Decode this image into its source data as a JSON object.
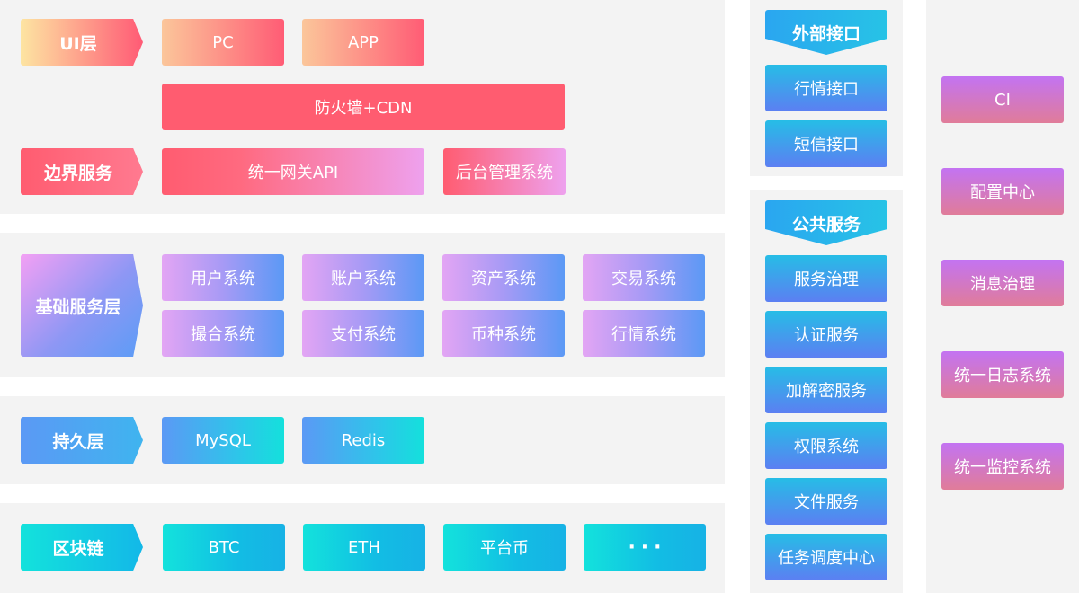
{
  "left": {
    "ui_layer": {
      "label": "UI层",
      "items": [
        "PC",
        "APP"
      ],
      "firewall": "防火墙+CDN"
    },
    "boundary": {
      "label": "边界服务",
      "items": [
        "统一网关API",
        "后台管理系统"
      ]
    },
    "base_services": {
      "label": "基础服务层",
      "items": [
        "用户系统",
        "账户系统",
        "资产系统",
        "交易系统",
        "撮合系统",
        "支付系统",
        "币种系统",
        "行情系统"
      ]
    },
    "persistence": {
      "label": "持久层",
      "items": [
        "MySQL",
        "Redis"
      ]
    },
    "blockchain": {
      "label": "区块链",
      "items": [
        "BTC",
        "ETH",
        "平台币",
        "···"
      ]
    }
  },
  "middle": {
    "external": {
      "label": "外部接口",
      "items": [
        "行情接口",
        "短信接口"
      ]
    },
    "public": {
      "label": "公共服务",
      "items": [
        "服务治理",
        "认证服务",
        "加解密服务",
        "权限系统",
        "文件服务",
        "任务调度中心"
      ]
    }
  },
  "right": {
    "items": [
      "CI",
      "配置中心",
      "消息治理",
      "统一日志系统",
      "统一监控系统"
    ]
  }
}
